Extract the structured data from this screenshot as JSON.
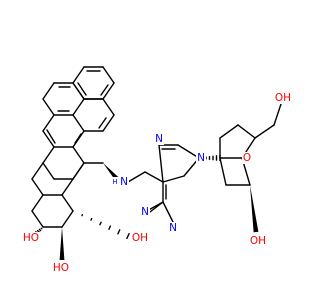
{
  "colors": {
    "bond": "#000000",
    "oxygen": "#ff0000",
    "nitrogen": "#0000ff",
    "background": "#ffffff"
  },
  "atom_labels": {
    "oh_ring_1": "HO",
    "oh_ring_2": "HO",
    "oh_ring_3": "OH",
    "nh": "N",
    "nh_h": "H",
    "n_imid_top": "N",
    "n_imid_9": "N",
    "n_pyr_1": "N",
    "n_pyr_3": "N",
    "o_sugar_ring": "O",
    "o_ch2oh": "OH",
    "o_sugar_3": "OH"
  }
}
